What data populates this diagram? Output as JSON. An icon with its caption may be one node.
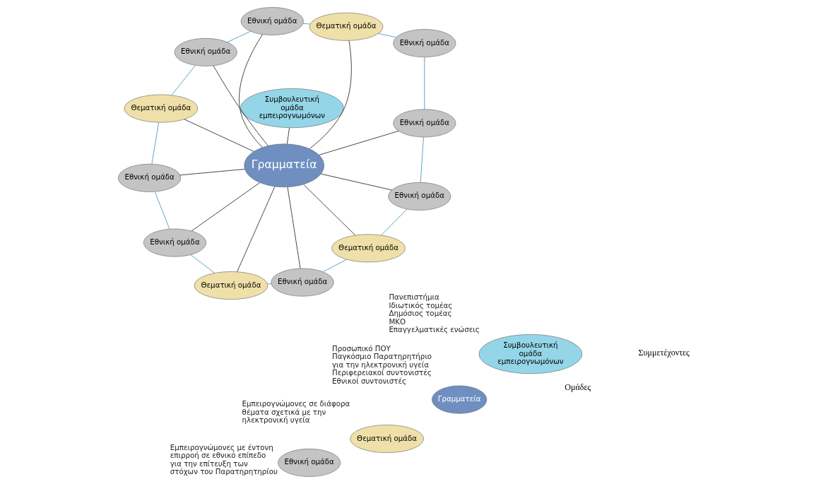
{
  "diagram": {
    "nodes": [
      {
        "text": [
          "Εθνική ομάδα"
        ]
      },
      {
        "text": [
          "Θεματική ομάδα"
        ]
      },
      {
        "text": [
          "Εθνική ομάδα"
        ]
      },
      {
        "text": [
          "Συμβουλευτική ομάδα εμπειρογνωμόνων"
        ]
      },
      {
        "text": [
          "Εθνική ομάδα"
        ]
      },
      {
        "text": [
          "Εθνική ομάδα"
        ]
      },
      {
        "text": [
          "Γραμματεία"
        ]
      },
      {
        "text": [
          "Εθνική ομάδα"
        ]
      },
      {
        "text": [
          "Θεματική ομάδα"
        ]
      },
      {
        "text": [
          "Θεματική ομάδα"
        ]
      },
      {
        "text": [
          "Εθνική ομάδα"
        ]
      },
      {
        "text": [
          "Εθνική ομάδα"
        ]
      },
      {
        "text": [
          "Θεματική ομάδα"
        ]
      },
      {
        "text": [
          "Εθνική ομάδα"
        ]
      },
      {
        "text": [
          "Συμβουλευτική ομάδα εμπειρογνωμόνων"
        ],
        "beside": [
          "Πανεπιστήμια",
          "Ιδιωτικός τομέας",
          "Δημόσιος τομέας",
          "ΜΚΟ",
          "Επαγγελματικές ενώσεις"
        ]
      },
      {
        "text": [
          "Γραμματεία"
        ],
        "beside": [
          "Προσωπικό ΠΟΥ",
          "Παγκόσμιο Παρατηρητήριο για την ηλεκτρονική υγεία",
          "Περιφερειακοί συντονιστές",
          "Εθνικοί συντονιστές"
        ]
      },
      {
        "text": [
          "Θεματική ομάδα"
        ],
        "beside": [
          "Εμπειρογνώμονες σε διάφορα θέματα σχετικά με την ηλεκτρονική υγεία"
        ]
      },
      {
        "text": [
          "Εθνική ομάδα"
        ],
        "beside": [
          "Εμπειρογνώμονες με έντονη επιρροή σε εθνικό επίπεδο για την επίτευξη των στόχων του Παρατηρητηρίου"
        ]
      }
    ],
    "edges": [
      {
        "from": 0,
        "to": 2,
        "arrow": "none",
        "color": "#4f9bbd"
      },
      {
        "from": 2,
        "to": 5,
        "arrow": "none",
        "color": "#4f9bbd"
      },
      {
        "from": 5,
        "to": 8,
        "arrow": "none",
        "color": "#4f9bbd"
      },
      {
        "from": 8,
        "to": 10,
        "arrow": "none",
        "color": "#4f9bbd"
      },
      {
        "from": 10,
        "to": 12,
        "arrow": "none",
        "color": "#4f9bbd"
      },
      {
        "from": 12,
        "to": 13,
        "arrow": "none",
        "color": "#4f9bbd"
      },
      {
        "from": 13,
        "to": 11,
        "arrow": "none",
        "color": "#4f9bbd"
      },
      {
        "from": 11,
        "to": 9,
        "arrow": "none",
        "color": "#4f9bbd"
      },
      {
        "from": 9,
        "to": 7,
        "arrow": "none",
        "color": "#4f9bbd"
      },
      {
        "from": 7,
        "to": 4,
        "arrow": "none",
        "color": "#4f9bbd"
      },
      {
        "from": 4,
        "to": 1,
        "arrow": "none",
        "color": "#4f9bbd"
      },
      {
        "from": 1,
        "to": 0,
        "arrow": "none",
        "color": "#4f9bbd"
      },
      {
        "from": 6,
        "to": 3,
        "arrow": "none",
        "color": "#333333"
      },
      {
        "from": 6,
        "to": 2,
        "arrow": "none",
        "color": "#333333"
      },
      {
        "from": 6,
        "to": 5,
        "arrow": "none",
        "color": "#333333"
      },
      {
        "from": 6,
        "to": 8,
        "arrow": "none",
        "color": "#333333"
      },
      {
        "from": 6,
        "to": 10,
        "arrow": "none",
        "color": "#333333"
      },
      {
        "from": 6,
        "to": 12,
        "arrow": "none",
        "color": "#333333"
      },
      {
        "from": 6,
        "to": 13,
        "arrow": "none",
        "color": "#333333"
      },
      {
        "from": 6,
        "to": 11,
        "arrow": "none",
        "color": "#333333"
      },
      {
        "from": 6,
        "to": 9,
        "arrow": "none",
        "color": "#333333"
      },
      {
        "from": 6,
        "to": 7,
        "arrow": "none",
        "color": "#333333"
      },
      {
        "from": 6,
        "to": 4,
        "arrow": "none",
        "color": "#333333"
      },
      {
        "from": 6,
        "to": 1,
        "arrow": "none",
        "color": "#333333"
      }
    ],
    "labels": [
      "Ομάδες",
      "Συμμετέχοντες"
    ]
  }
}
